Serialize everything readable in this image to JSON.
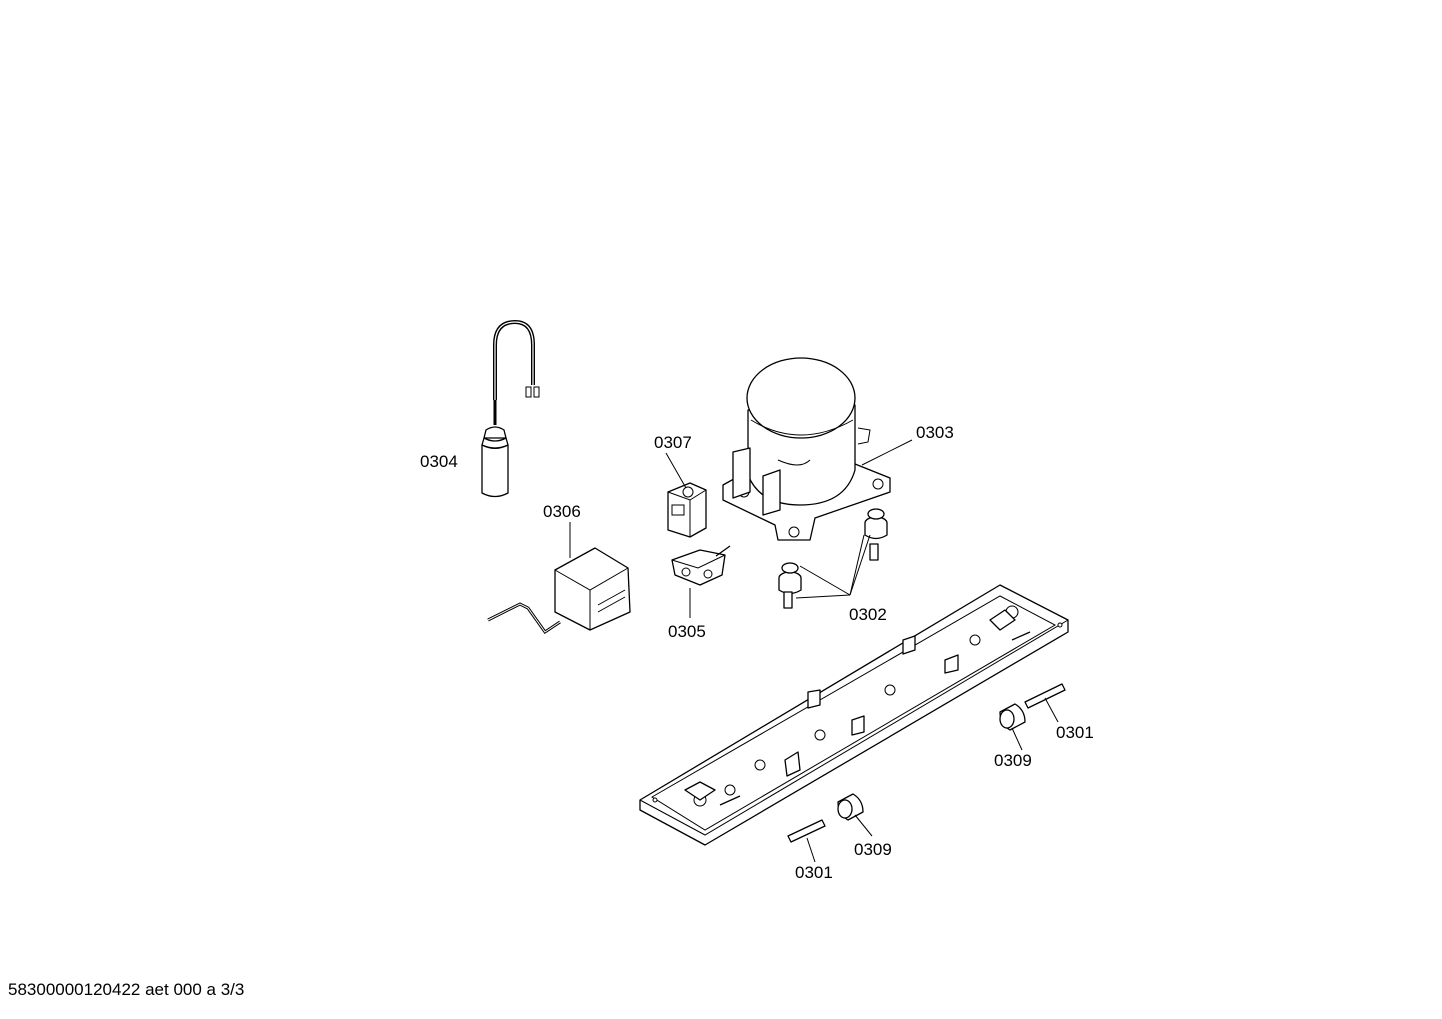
{
  "parts": {
    "p0304": "0304",
    "p0307": "0307",
    "p0303": "0303",
    "p0306": "0306",
    "p0305": "0305",
    "p0302": "0302",
    "p0301_a": "0301",
    "p0309_a": "0309",
    "p0309_b": "0309",
    "p0301_b": "0301"
  },
  "footer": "58300000120422 aet 000 a 3/3"
}
